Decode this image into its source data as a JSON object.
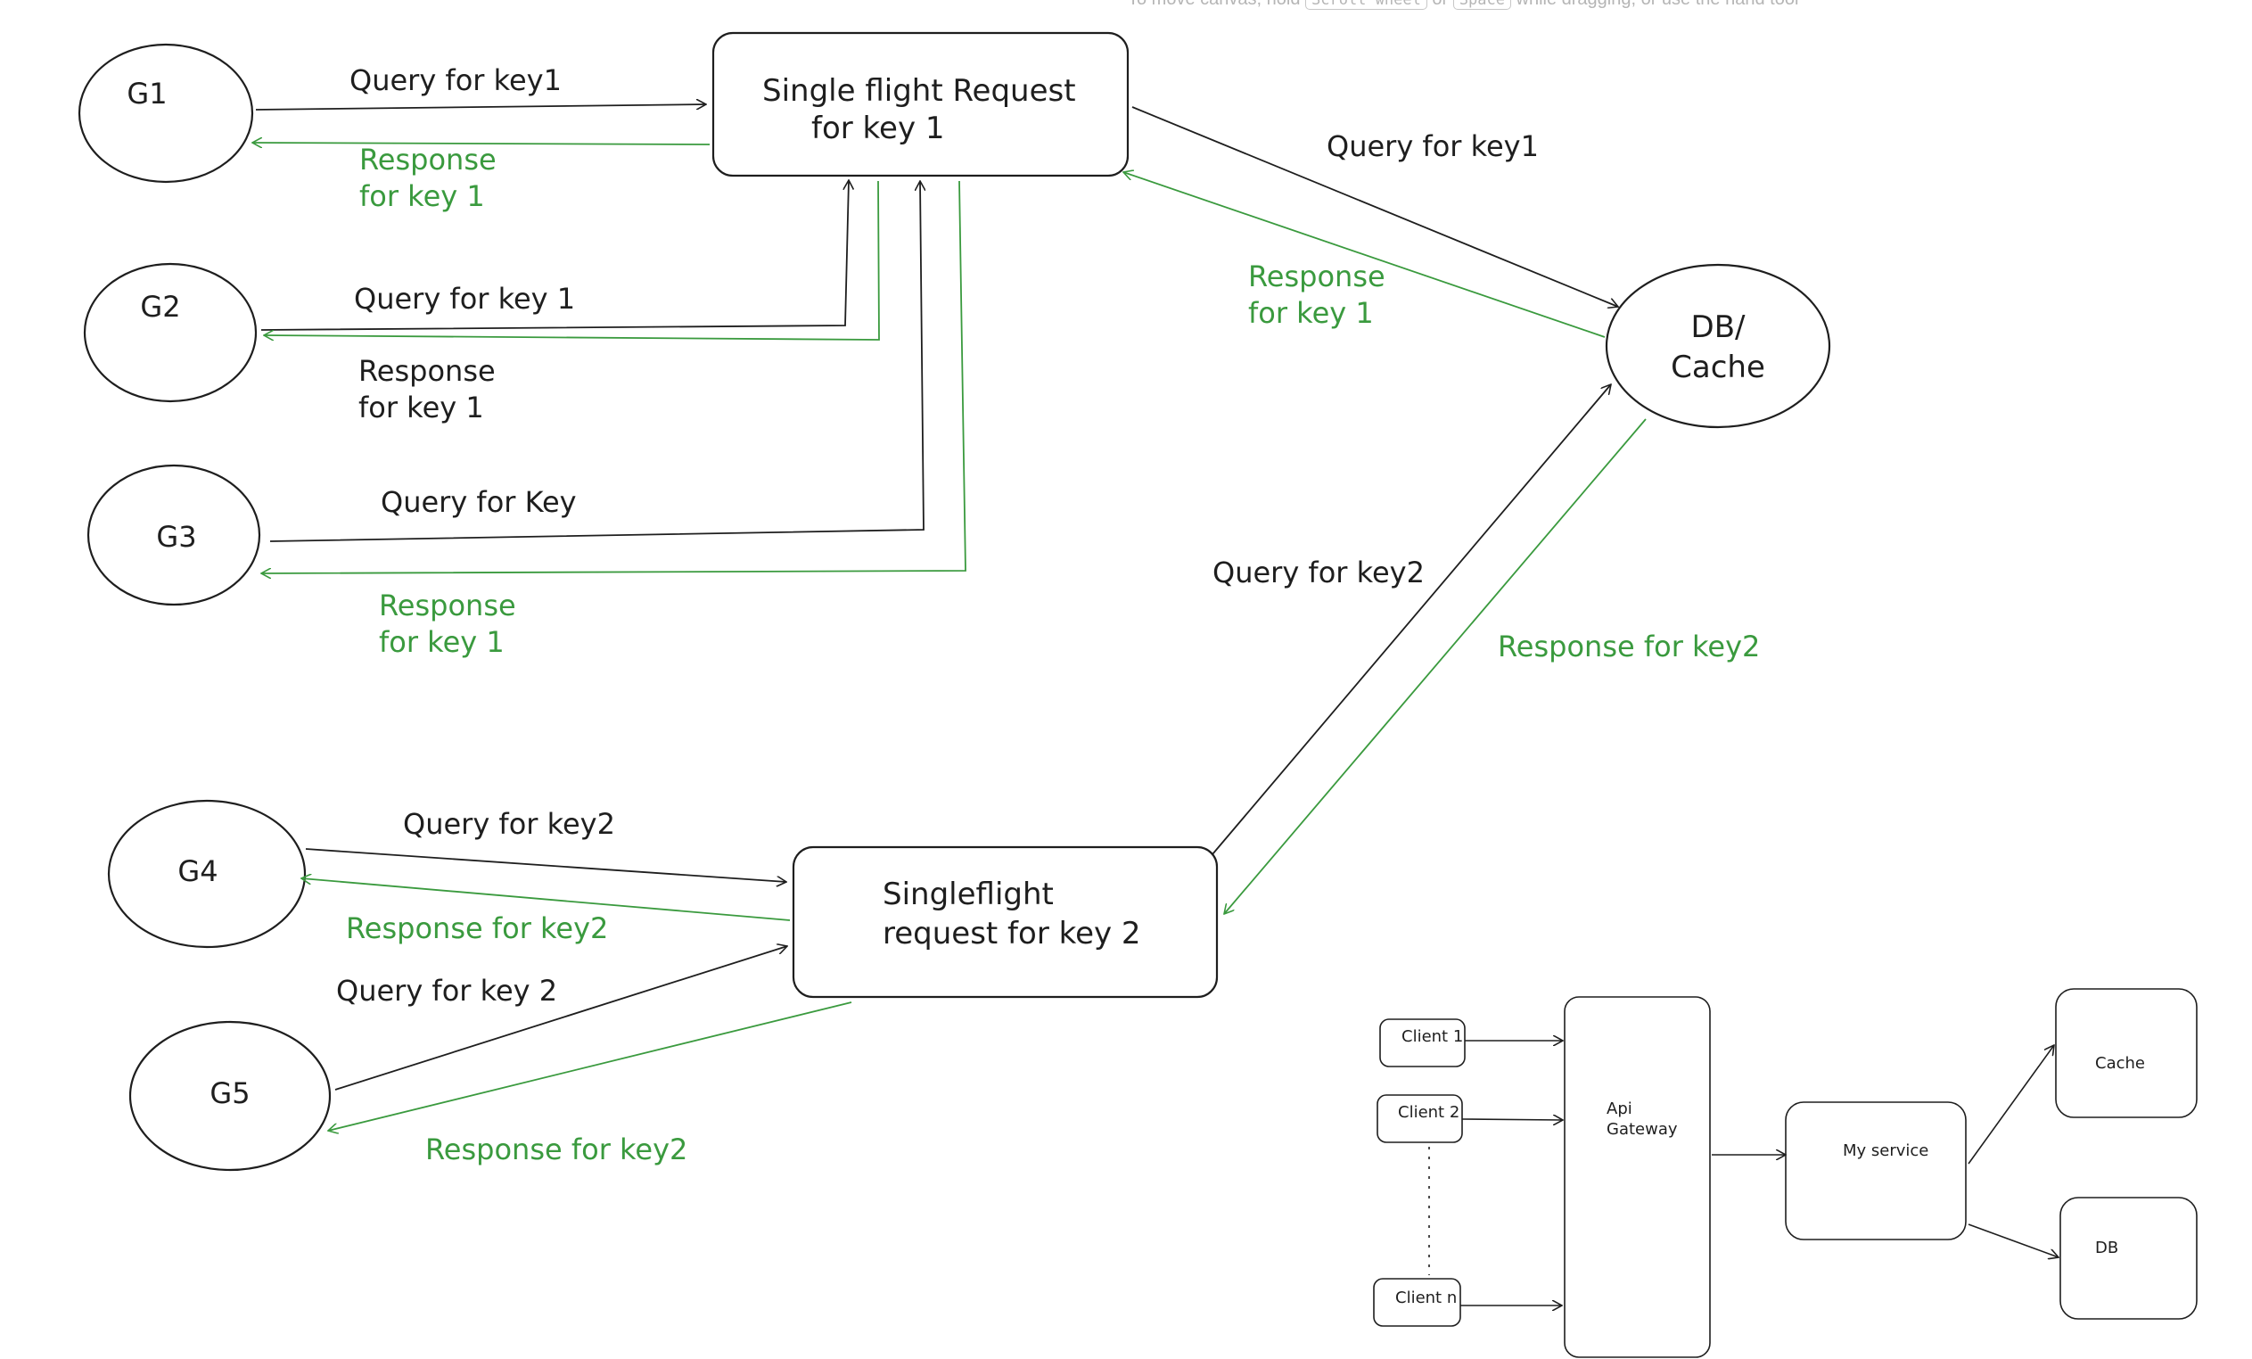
{
  "toolbar_hint": {
    "prefix": "To move canvas, hold",
    "key1": "Scroll wheel",
    "middle": "or",
    "key2": "Space",
    "suffix": "while dragging, or use the hand tool"
  },
  "colors": {
    "ink": "#1e1e1e",
    "response_green": "#3a9a3e",
    "background": "#ffffff",
    "hint_gray": "#b5b5b5"
  },
  "nodes": {
    "g1": "G1",
    "g2": "G2",
    "g3": "G3",
    "g4": "G4",
    "g5": "G5",
    "sf1": [
      "Single flight Request",
      "for key 1"
    ],
    "sf2": [
      "Singleflight",
      "request for key 2"
    ],
    "db": [
      "DB/",
      "Cache"
    ]
  },
  "labels": {
    "g1_query": "Query for key1",
    "g1_response": [
      "Response",
      "for key 1"
    ],
    "g2_query": "Query for key 1",
    "g2_response": [
      "Response",
      "for key 1"
    ],
    "g3_query": "Query for Key",
    "g3_response": [
      "Response",
      "for key 1"
    ],
    "sf1_db_query": "Query for key1",
    "db_sf1_response": [
      "Response",
      "for key 1"
    ],
    "sf2_db_query": "Query for key2",
    "db_sf2_response": "Response for key2",
    "g4_query": "Query for key2",
    "g4_response": "Response for key2",
    "g5_query": "Query for key 2",
    "g5_response": "Response for key2"
  },
  "mini_diagram": {
    "client1": "Client 1",
    "client2": "Client 2",
    "clientn": "Client n",
    "gateway": [
      "Api",
      "Gateway"
    ],
    "service": "My service",
    "cache": "Cache",
    "db": "DB"
  }
}
